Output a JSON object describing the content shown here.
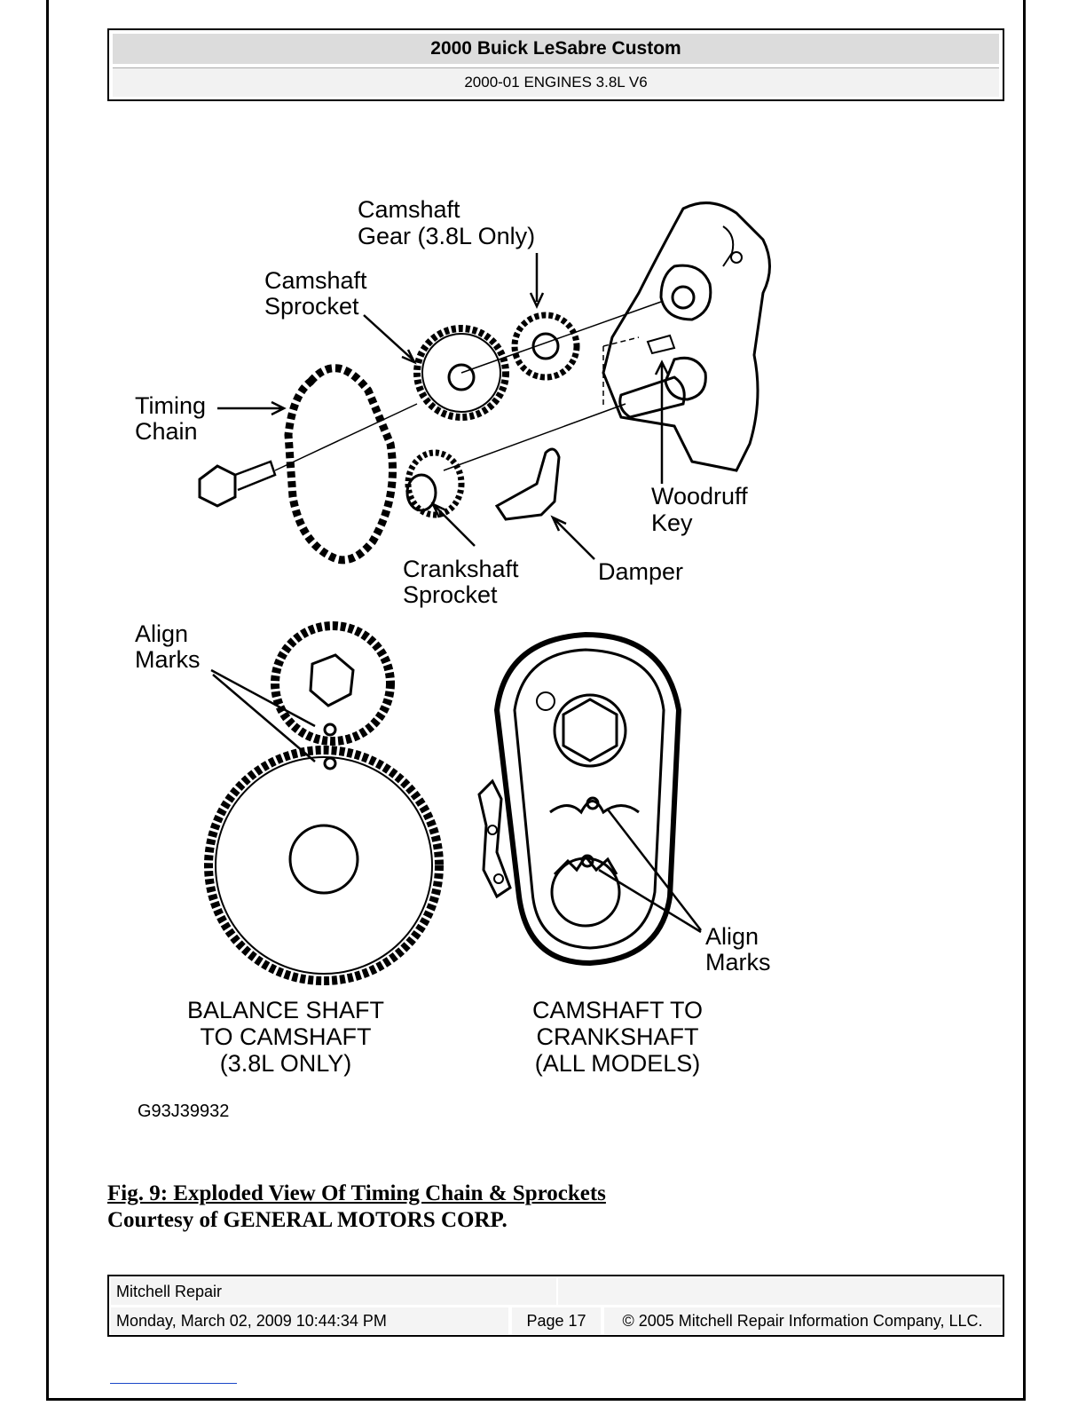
{
  "header": {
    "title": "2000 Buick LeSabre Custom",
    "subtitle": "2000-01 ENGINES 3.8L V6"
  },
  "figure": {
    "labels": {
      "camshaft_gear_1": "Camshaft",
      "camshaft_gear_2": "Gear (3.8L Only)",
      "camshaft_sprocket_1": "Camshaft",
      "camshaft_sprocket_2": "Sprocket",
      "timing_chain_1": "Timing",
      "timing_chain_2": "Chain",
      "woodruff_key_1": "Woodruff",
      "woodruff_key_2": "Key",
      "crankshaft_sprocket_1": "Crankshaft",
      "crankshaft_sprocket_2": "Sprocket",
      "damper": "Damper",
      "align_marks_left_1": "Align",
      "align_marks_left_2": "Marks",
      "align_marks_right_1": "Align",
      "align_marks_right_2": "Marks",
      "balance_1": "BALANCE SHAFT",
      "balance_2": "TO CAMSHAFT",
      "balance_3": "(3.8L ONLY)",
      "cam_crank_1": "CAMSHAFT TO",
      "cam_crank_2": "CRANKSHAFT",
      "cam_crank_3": "(ALL MODELS)",
      "figure_id": "G93J39932"
    }
  },
  "caption": {
    "title": "Fig. 9: Exploded View Of Timing Chain & Sprockets",
    "courtesy": "Courtesy of GENERAL MOTORS CORP."
  },
  "footer": {
    "company": "Mitchell Repair",
    "datetime": "Monday, March 02, 2009 10:44:34 PM",
    "page": "Page 17",
    "copyright": "© 2005 Mitchell Repair Information Company, LLC."
  }
}
